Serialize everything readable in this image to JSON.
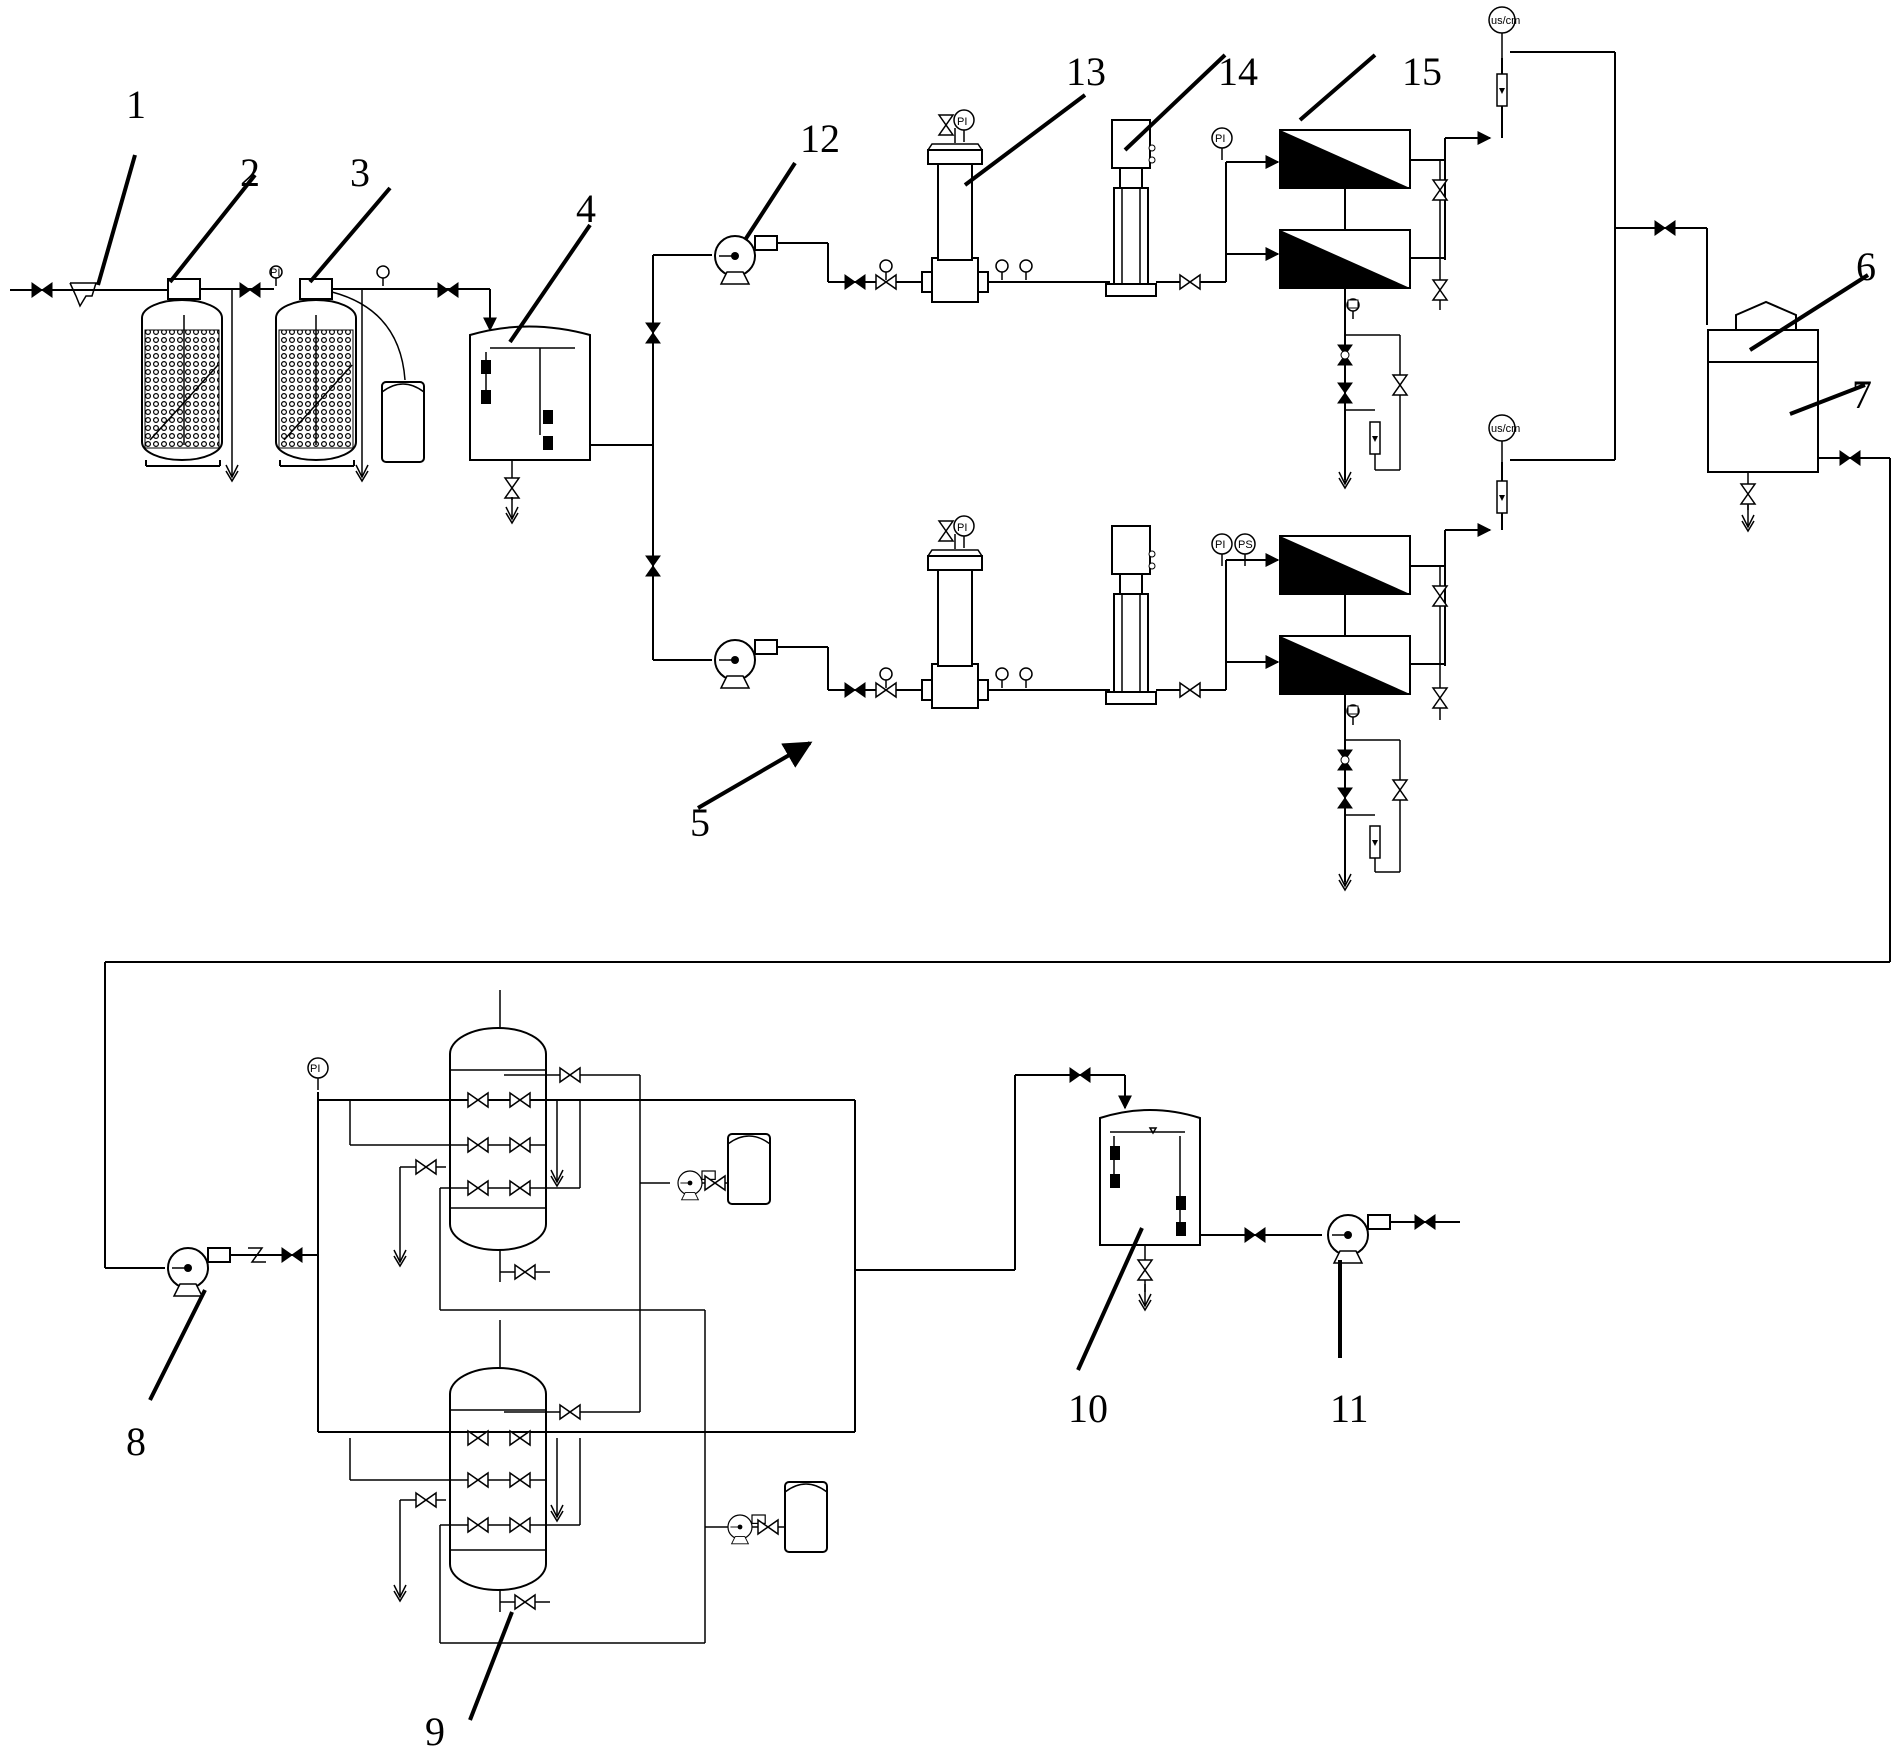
{
  "labels": {
    "l1": "1",
    "l2": "2",
    "l3": "3",
    "l4": "4",
    "l5": "5",
    "l6": "6",
    "l7": "7",
    "l8": "8",
    "l9": "9",
    "l10": "10",
    "l11": "11",
    "l12": "12",
    "l13": "13",
    "l14": "14",
    "l15": "15"
  },
  "instruments": {
    "pi": "PI",
    "ps": "PS",
    "conductivity": "us/cm"
  }
}
